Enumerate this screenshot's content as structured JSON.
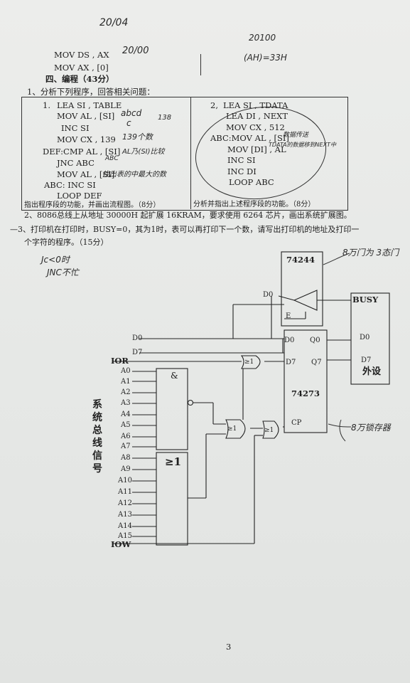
{
  "top": {
    "line1": "MOV DS , AX",
    "line2": "MOV AX , [0]",
    "hand_top_left": "20/04",
    "hand_top_mid": "20/00",
    "hand_top_right": "20100",
    "hand_right": "(AH)=33H"
  },
  "section": {
    "title": "四、编程（43分）",
    "q1_intro": "1、分析下列程序，回答相关问题："
  },
  "prog1": {
    "num": "1.",
    "lines": [
      "LEA SI , TABLE",
      "MOV AL , [SI]",
      "INC SI",
      "MOV CX , 139",
      "DEF:CMP AL , [SI]",
      "JNC ABC",
      "MOV AL , [SI]",
      "ABC: INC SI",
      "LOOP DEF"
    ],
    "question": "指出程序段的功能，并画出流程图。（8分）",
    "notes": [
      "abcd",
      "c",
      "138",
      "139个数",
      "AL乃(SI)比较",
      "ABC",
      "找出表的中最大的数"
    ]
  },
  "prog2": {
    "num": "2,",
    "lines": [
      "LEA SI , TDATA",
      "LEA DI , NEXT",
      "MOV CX , 512",
      "ABC:MOV AL , [SI]",
      "MOV [DI] , AL",
      "INC SI",
      "INC DI",
      "LOOP ABC"
    ],
    "question": "分析并指出上述程序段的功能。（8分）",
    "notes": [
      "数据传送",
      "TDATA的数据移到NEXT中"
    ]
  },
  "q2": "2、8086总线上从地址 30000H 起扩展 16KRAM，要求使用 6264 芯片，画出系统扩展图。",
  "q3_line1": "—3、打印机在打印时，BUSY=0，其为1时，表可以再打印下一个数，请写出打印机的地址及打印一",
  "q3_line2": "个字符的程序。（15分）",
  "hand_q3": [
    "Jc<0时",
    "JNC不忙"
  ],
  "circuit": {
    "chip_244": "74244",
    "chip_273": "74273",
    "and_gate": "&",
    "or_gate": "≥1",
    "or_small": "≥1",
    "busy": "BUSY",
    "peripheral": "外设",
    "bus_label": "系统总线信号",
    "ior": "IOR",
    "iow": "IOW",
    "d0": "D0",
    "d7": "D7",
    "d0_pin": "D0",
    "q0_pin": "Q0",
    "d7_pin": "D7",
    "q7_pin": "Q7",
    "e_pin": "E",
    "cp_pin": "CP",
    "ds_pin": "D0",
    "periph_d0": "D0",
    "periph_d7": "D7",
    "address_lines": [
      "A0",
      "A1",
      "A2",
      "A3",
      "A4",
      "A5",
      "A6",
      "A7",
      "A8",
      "A9",
      "A10",
      "A11",
      "A12",
      "A13",
      "A14",
      "A15"
    ],
    "hand_244": "8万门为 3态门",
    "hand_273": "8万锁存器"
  },
  "page_number": "3"
}
